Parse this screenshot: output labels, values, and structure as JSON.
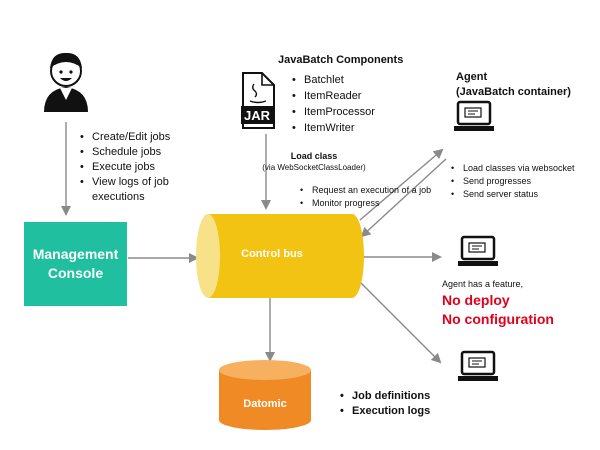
{
  "colors": {
    "management_console": "#1fbf9f",
    "control_bus": "#f2c312",
    "datomic": "#f08a24",
    "alert_red": "#e0001b",
    "arrow_gray": "#8a8a8a"
  },
  "user": {
    "icon": "user-avatar-icon",
    "actions": [
      "Create/Edit jobs",
      "Schedule jobs",
      "Execute jobs",
      "View logs of job",
      "executions"
    ]
  },
  "management_console": {
    "line1": "Management",
    "line2": "Console"
  },
  "components": {
    "title": "JavaBatch Components",
    "icon_label": "JAR",
    "icon": "jar-file-icon",
    "items": [
      "Batchlet",
      "ItemReader",
      "ItemProcessor",
      "ItemWriter"
    ]
  },
  "load_class": {
    "title": "Load class",
    "subtitle": "(via WebSocketClassLoader)"
  },
  "requests": [
    "Request an execution of a job",
    "Monitor progress"
  ],
  "control_bus": {
    "label": "Control bus"
  },
  "agent": {
    "title": "Agent",
    "subtitle": "(JavaBatch container)",
    "icon": "laptop-icon",
    "capabilities": [
      "Load classes via websocket",
      "Send progresses",
      "Send server status"
    ],
    "feature_text": "Agent has a feature,",
    "no_deploy": "No deploy",
    "no_configuration": "No configuration"
  },
  "datomic": {
    "label": "Datomic",
    "items": [
      "Job definitions",
      "Execution logs"
    ]
  }
}
